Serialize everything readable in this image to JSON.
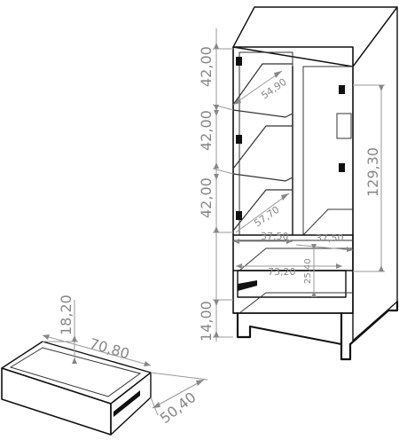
{
  "dimensions": {
    "shelf_height_top": "42,00",
    "shelf_height_middle": "42,00",
    "shelf_height_bottom": "42,00",
    "base_height": "14,00",
    "cabinet_depth": "54,90",
    "left_compartment_width": "57,70",
    "right_door_height": "129,30",
    "left_inner_width": "37,50",
    "right_inner_width": "37,50",
    "open_shelf_width": "73,20",
    "open_shelf_height": "25,40",
    "drawer_height": "18,20",
    "drawer_width": "70,80",
    "drawer_depth": "50,40"
  },
  "colors": {
    "outline": "#111111",
    "dimension": "#888888"
  }
}
